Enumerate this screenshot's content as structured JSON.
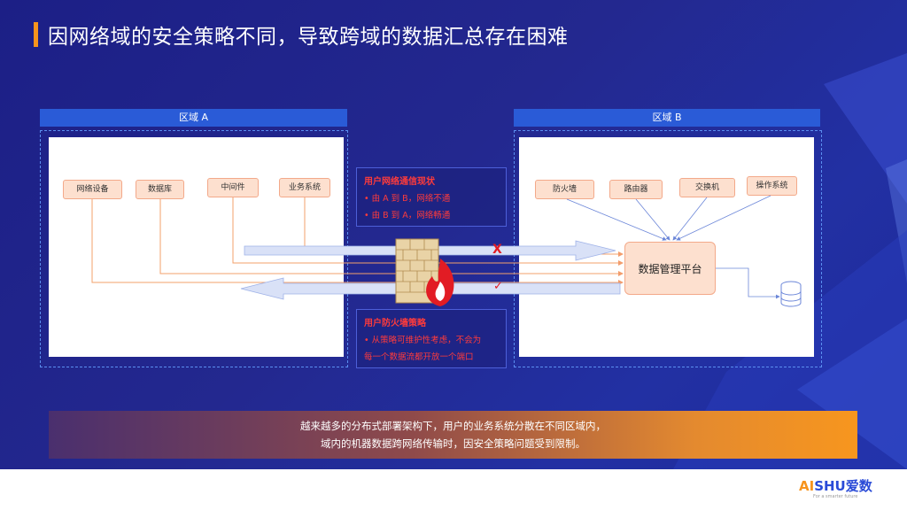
{
  "title": "因网络域的安全策略不同，导致跨域的数据汇总存在困难",
  "region_a": {
    "label": "区域 A",
    "nodes": [
      "网络设备",
      "数据库",
      "中间件",
      "业务系统"
    ]
  },
  "region_b": {
    "label": "区域 B",
    "nodes": [
      "防火墙",
      "路由器",
      "交换机",
      "操作系统"
    ],
    "platform": "数据管理平台"
  },
  "network_status": {
    "title": "用户网络通信现状",
    "lines": [
      "•   由 A 到 B，网络不通",
      "•   由 B 到 A，网络畅通"
    ]
  },
  "firewall_policy": {
    "title": "用户防火墙策略",
    "lines": [
      "•   从策略可维护性考虑，不会为",
      "    每一个数据流都开放一个端口"
    ]
  },
  "marks": {
    "blocked": "X",
    "allowed": "✓"
  },
  "banner": {
    "line1": "越来越多的分布式部署架构下，用户的业务系统分散在不同区域内，",
    "line2": "域内的机器数据跨网络传输时，因安全策略问题受到限制。"
  },
  "logo": {
    "part1": "AI",
    "part2": "SHU",
    "part3": "爱数",
    "tagline": "For a smarter future"
  },
  "colors": {
    "accent": "#f7941d",
    "brand_blue": "#2a4bd7",
    "alert_red": "#ff3b3b"
  }
}
